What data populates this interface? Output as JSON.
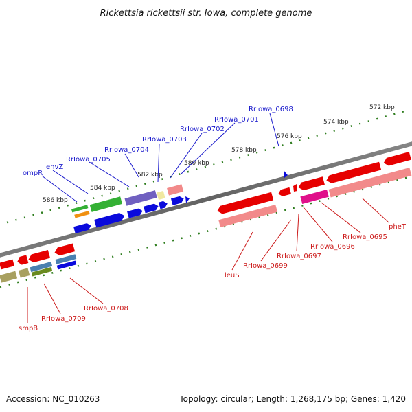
{
  "title": "Rickettsia rickettsii str. Iowa, complete genome",
  "colors": {
    "backbone": "#8a8a8a",
    "tick": "#2e7d1e",
    "forward_label": "#1a1acc",
    "reverse_label": "#cc1a1a",
    "blue_gene": "#0a0adc",
    "red_gene": "#e60000",
    "pink_gene": "#f28a8a",
    "green_gene": "#34b034",
    "purple_gene": "#7060c0",
    "magenta_gene": "#e0108a",
    "olive_gene": "#a8a060",
    "steel_gene": "#4a80b0"
  },
  "ruler_labels": [
    "586 kbp",
    "584 kbp",
    "582 kbp",
    "580 kbp",
    "578 kbp",
    "576 kbp",
    "574 kbp",
    "572 kbp"
  ],
  "forward_genes": [
    "ompR",
    "envZ",
    "RrIowa_0705",
    "RrIowa_0704",
    "RrIowa_0703",
    "RrIowa_0702",
    "RrIowa_0701",
    "RrIowa_0698"
  ],
  "reverse_genes": [
    "smpB",
    "RrIowa_0709",
    "RrIowa_0708",
    "leuS",
    "RrIowa_0699",
    "RrIowa_0697",
    "RrIowa_0696",
    "RrIowa_0695",
    "pheT"
  ],
  "footer": {
    "accession": "Accession: NC_010263",
    "summary": "Topology: circular; Length: 1,268,175 bp; Genes: 1,420"
  }
}
